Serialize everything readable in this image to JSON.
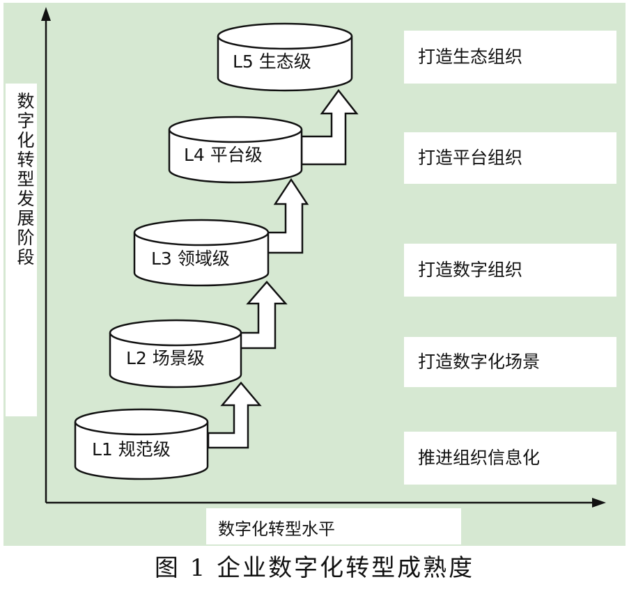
{
  "y_axis_label": "数字化转型发展阶段",
  "x_axis_label": "数字化转型水平",
  "levels": [
    {
      "label": "L1 规范级"
    },
    {
      "label": "L2 场景级"
    },
    {
      "label": "L3 领域级"
    },
    {
      "label": "L4 平台级"
    },
    {
      "label": "L5 生态级"
    }
  ],
  "descriptions": [
    "推进组织信息化",
    "打造数字化场景",
    "打造数字组织",
    "打造平台组织",
    "打造生态组织"
  ],
  "caption": "图 1  企业数字化转型成熟度",
  "colors": {
    "panel_background": "#d6e8d2",
    "box_fill": "#ffffff",
    "stroke": "#111111"
  }
}
